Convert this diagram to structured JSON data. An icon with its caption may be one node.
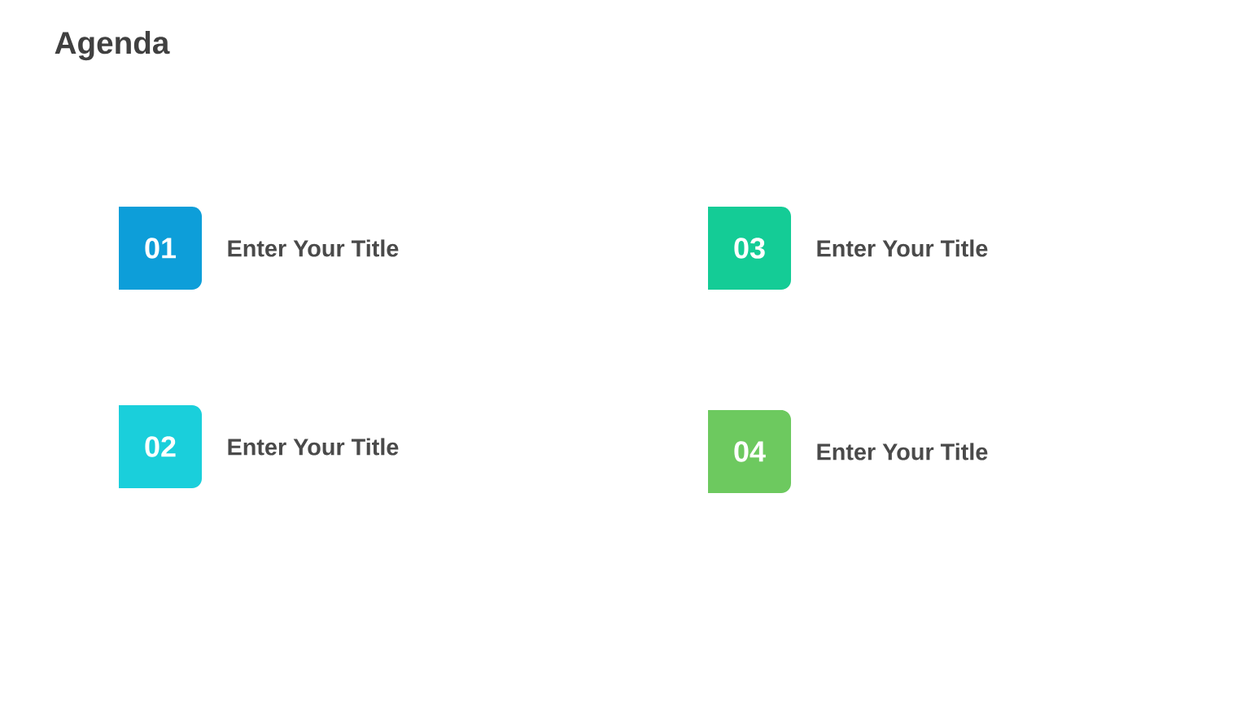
{
  "diagram": {
    "title": "Agenda",
    "nodes": [
      {
        "text": [
          "01"
        ],
        "beside": [
          "Enter Your Title"
        ]
      },
      {
        "text": [
          "02"
        ],
        "beside": [
          "Enter Your Title"
        ]
      },
      {
        "text": [
          "03"
        ],
        "beside": [
          "Enter Your Title"
        ]
      },
      {
        "text": [
          "04"
        ],
        "beside": [
          "Enter Your Title"
        ]
      }
    ]
  }
}
